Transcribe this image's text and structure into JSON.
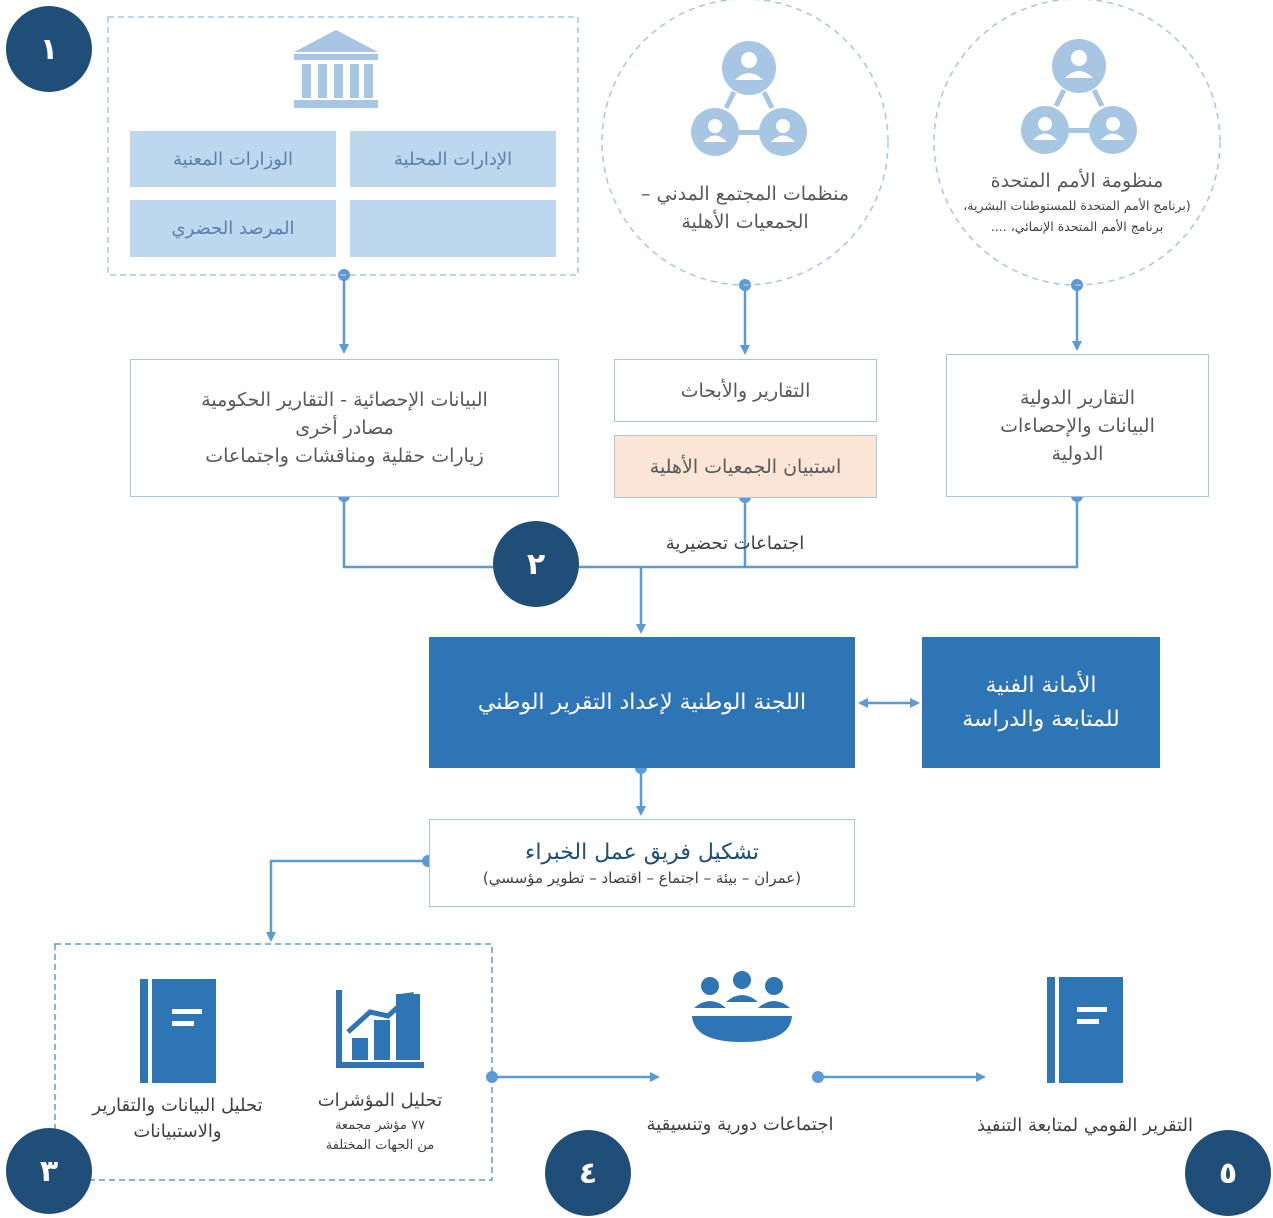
{
  "gov_group": {
    "local_admin": "الإدارات المحلية",
    "ministries": "الوزارات المعنية",
    "urban_observatory": "المرصد الحضري",
    "empty_cell": ""
  },
  "civil_society": {
    "line1": "منظمات المجتمع المدني –",
    "line2": "الجمعيات الأهلية"
  },
  "un_system": {
    "title": "منظومة الأمم المتحدة",
    "line1": "(برنامج الأمم المتحدة للمستوطنات البشرية،",
    "line2": "برنامج الأمم المتحدة الإنمائي، ...."
  },
  "gov_sources": {
    "line1": "البيانات الإحصائية  -  التقارير الحكومية",
    "line2": "مصادر أخرى",
    "line3": "زيارات حقلية ومناقشات واجتماعات"
  },
  "reports_research": "التقارير والأبحاث",
  "ngo_survey": "استبيان الجمعيات الأهلية",
  "intl_reports": {
    "line1": "التقارير الدولية",
    "line2": "البيانات والإحصاءات",
    "line3": "الدولية"
  },
  "prep_meetings": "اجتماعات تحضيرية",
  "national_committee": "اللجنة الوطنية لإعداد التقرير الوطني",
  "tech_secretariat": {
    "line1": "الأمانة الفنية",
    "line2": "للمتابعة والدراسة"
  },
  "expert_team": {
    "title": "تشكيل فريق عمل الخبراء",
    "subtitle": "(عمران – بيئة – اجتماع – اقتصاد – تطوير مؤسسي)"
  },
  "analysis_data": {
    "line1": "تحليل البيانات والتقارير",
    "line2": "والاستبيانات"
  },
  "analysis_indicators": {
    "title": "تحليل المؤشرات",
    "line1": "٧٧ مؤشر مجمعة",
    "line2": "من الجهات المختلفة"
  },
  "periodic_meetings": "اجتماعات دورية وتنسيقية",
  "national_report": "التقرير القومي لمتابعة التنفيذ",
  "badges": [
    "١",
    "٢",
    "٣",
    "٤",
    "٥"
  ],
  "colors": {
    "dark_navy": "#1f4e79",
    "blue": "#2e75b6",
    "light_blue": "#bdd7ee",
    "line_blue": "#5b9bd5",
    "peach": "#fbe5d6"
  }
}
